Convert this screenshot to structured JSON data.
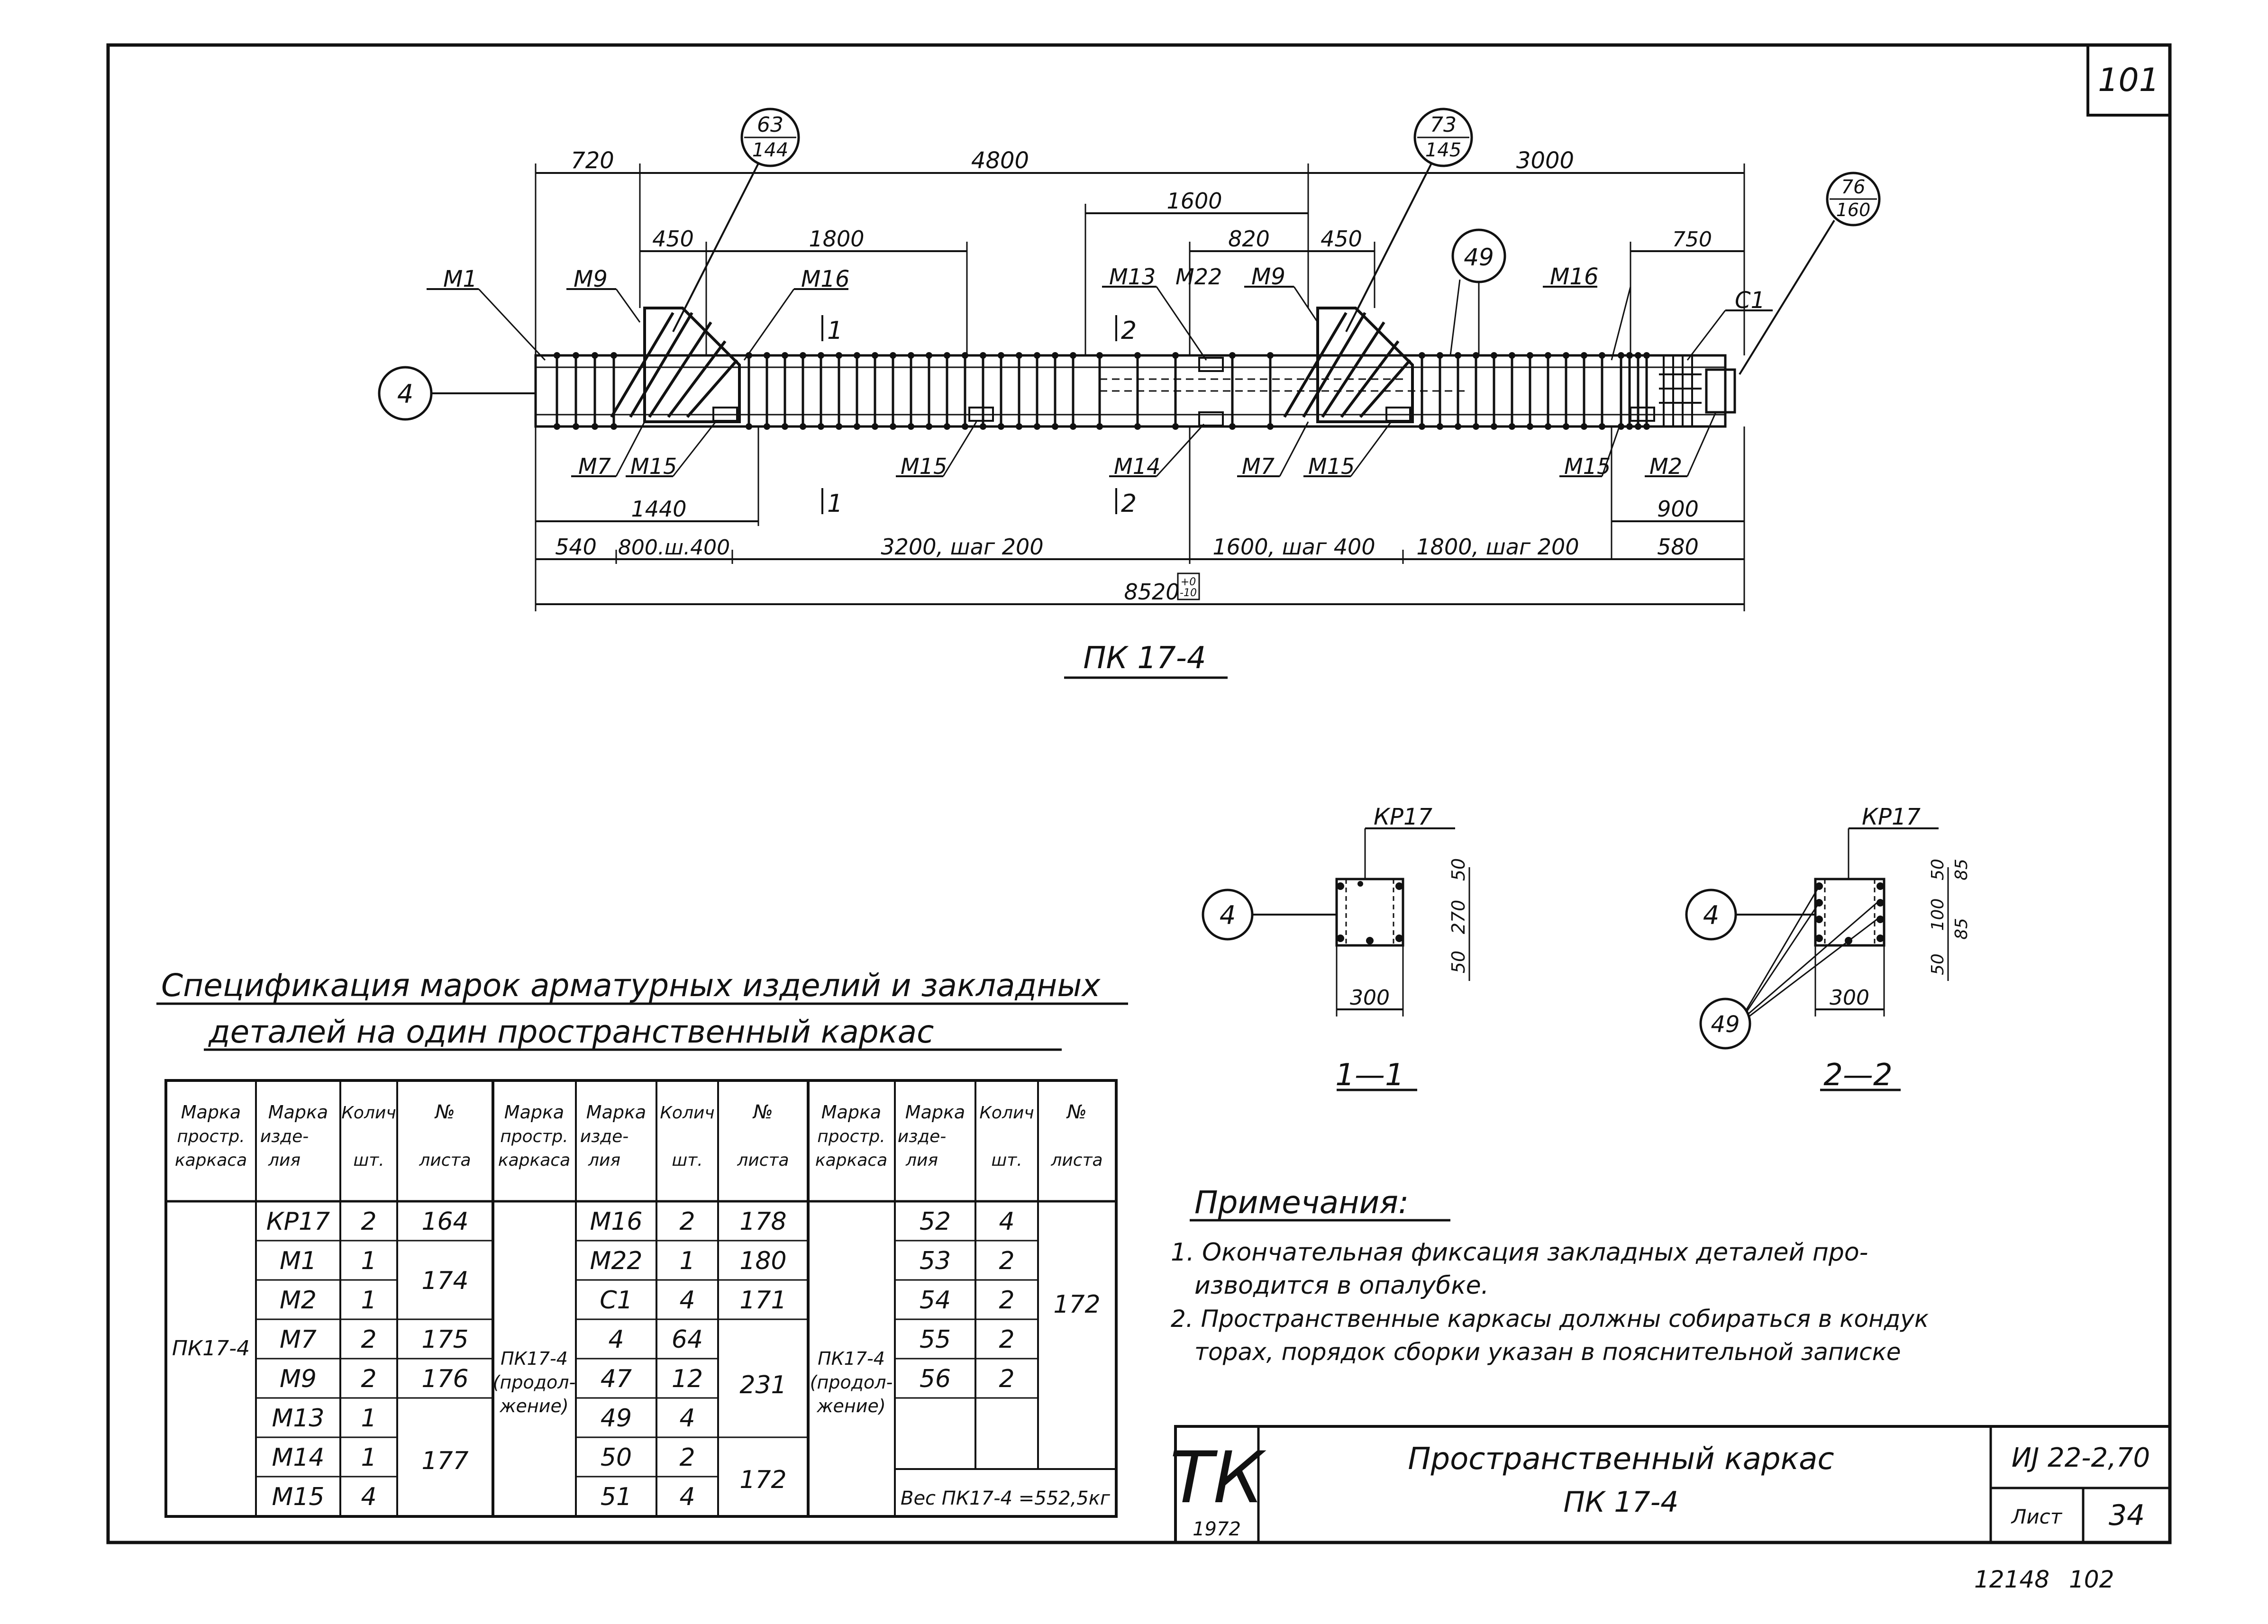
{
  "sheet_number": "101",
  "drawing": {
    "title": "ПК 17-4",
    "dims_top": [
      "720",
      "4800",
      "3000"
    ],
    "dims_mid": [
      "450",
      "1800",
      "1600",
      "820",
      "450",
      "750"
    ],
    "dims_bottom": [
      "1440",
      "900"
    ],
    "dims_chain": [
      "540",
      "800.ш.400",
      "3200, шаг 200",
      "1600, шаг 400",
      "1800, шаг 200",
      "580"
    ],
    "overall": "8520",
    "overall_tol": [
      "+0",
      "-10"
    ],
    "callout_63": [
      "63",
      "144"
    ],
    "callout_73": [
      "73",
      "145"
    ],
    "callout_76": [
      "76",
      "160"
    ],
    "callout_49": "49",
    "callout_4": "4",
    "labels_top": [
      "М1",
      "М9",
      "М16",
      "М13",
      "М22",
      "М9",
      "М16",
      "С1"
    ],
    "labels_bottom": [
      "М7",
      "М15",
      "М15",
      "М14",
      "М7",
      "М15",
      "М15",
      "М2"
    ],
    "section_1": "1",
    "section_2": "2"
  },
  "sections": {
    "s1": {
      "title": "1—1",
      "kp": "КР17",
      "callout": "4",
      "w": "300",
      "dims": [
        "50",
        "270",
        "50"
      ]
    },
    "s2": {
      "title": "2—2",
      "kp": "КР17",
      "callout": "4",
      "callout_49": "49",
      "w": "300",
      "dims": [
        "50",
        "85",
        "85",
        "100",
        "50"
      ]
    }
  },
  "spec": {
    "title_line1": "Спецификация марок арматурных изделий и закладных",
    "title_line2": "деталей на один пространственный каркас",
    "headers": [
      [
        "Марка",
        "простр.",
        "каркаса"
      ],
      [
        "Марка",
        "изде-",
        "лия"
      ],
      [
        "Колич",
        "шт."
      ],
      [
        "№",
        "листа"
      ]
    ],
    "block1": {
      "frame": "ПК17-4",
      "rows": [
        [
          "КР17",
          "2",
          "164"
        ],
        [
          "М1",
          "1",
          "174"
        ],
        [
          "М2",
          "1",
          ""
        ],
        [
          "М7",
          "2",
          "175"
        ],
        [
          "М9",
          "2",
          "176"
        ],
        [
          "М13",
          "1",
          "177"
        ],
        [
          "М14",
          "1",
          ""
        ],
        [
          "М15",
          "4",
          ""
        ]
      ]
    },
    "block2": {
      "frame": [
        "ПК17-4",
        "(продол-",
        "жение)"
      ],
      "rows": [
        [
          "М16",
          "2",
          "178"
        ],
        [
          "М22",
          "1",
          "180"
        ],
        [
          "С1",
          "4",
          "171"
        ],
        [
          "4",
          "64",
          "231"
        ],
        [
          "47",
          "12",
          ""
        ],
        [
          "49",
          "4",
          ""
        ],
        [
          "50",
          "2",
          "172"
        ],
        [
          "51",
          "4",
          ""
        ]
      ]
    },
    "block3": {
      "frame": [
        "ПК17-4",
        "(продол-",
        "жение)"
      ],
      "rows": [
        [
          "52",
          "4",
          "172"
        ],
        [
          "53",
          "2",
          ""
        ],
        [
          "54",
          "2",
          ""
        ],
        [
          "55",
          "2",
          ""
        ],
        [
          "56",
          "2",
          ""
        ]
      ],
      "weight": "Вес ПК17-4 =552,5кг"
    }
  },
  "notes": {
    "title": "Примечания:",
    "n1a": "1. Окончательная фиксация закладных деталей про-",
    "n1b": "изводится в опалубке.",
    "n2a": "2. Пространственные каркасы должны собираться в кондук",
    "n2b": "торах, порядок сборки указан в пояснительной записке"
  },
  "stamp": {
    "org": "ТК",
    "year": "1972",
    "title1": "Пространственный каркас",
    "title2": "ПК 17-4",
    "series": "ИЈ 22-2,70",
    "sheet_label": "Лист",
    "sheet": "34"
  },
  "footer": [
    "12148",
    "102"
  ]
}
